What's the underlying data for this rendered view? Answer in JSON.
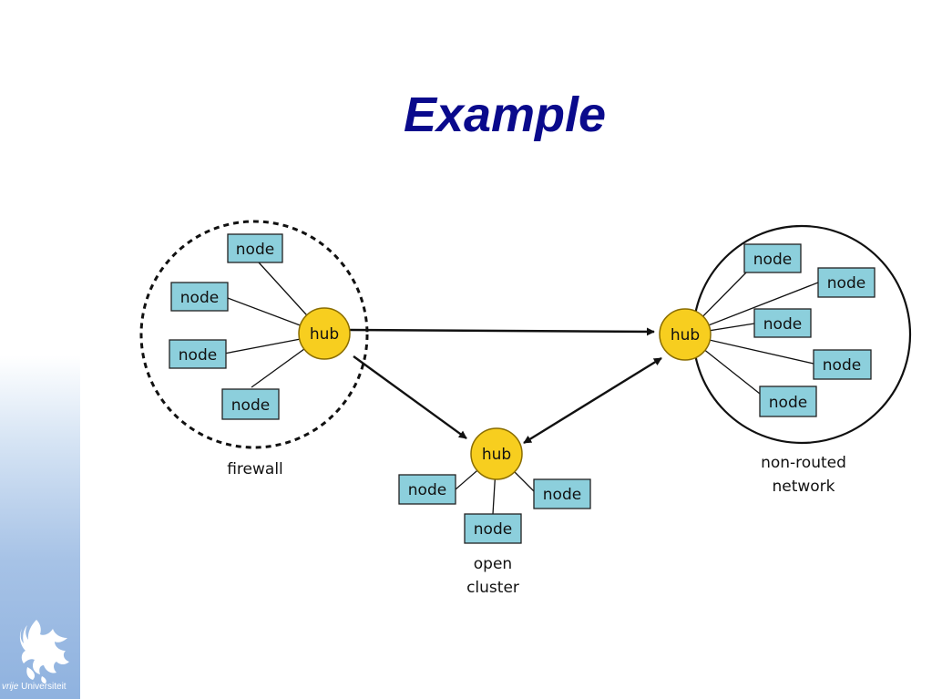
{
  "slide": {
    "title": "Example"
  },
  "logo": {
    "text_prefix": "vrije",
    "text_rest": " Universiteit"
  },
  "diagram": {
    "node_label": "node",
    "hub_label": "hub",
    "groups": {
      "firewall": {
        "caption": [
          "firewall"
        ]
      },
      "open_cluster": {
        "caption": [
          "open",
          "cluster"
        ]
      },
      "non_routed": {
        "caption": [
          "non-routed",
          "network"
        ]
      }
    },
    "colors": {
      "node_fill": "#8ccfdc",
      "hub_fill": "#f7ce1f",
      "hub_stroke": "#b8860b",
      "line": "#111111"
    }
  }
}
